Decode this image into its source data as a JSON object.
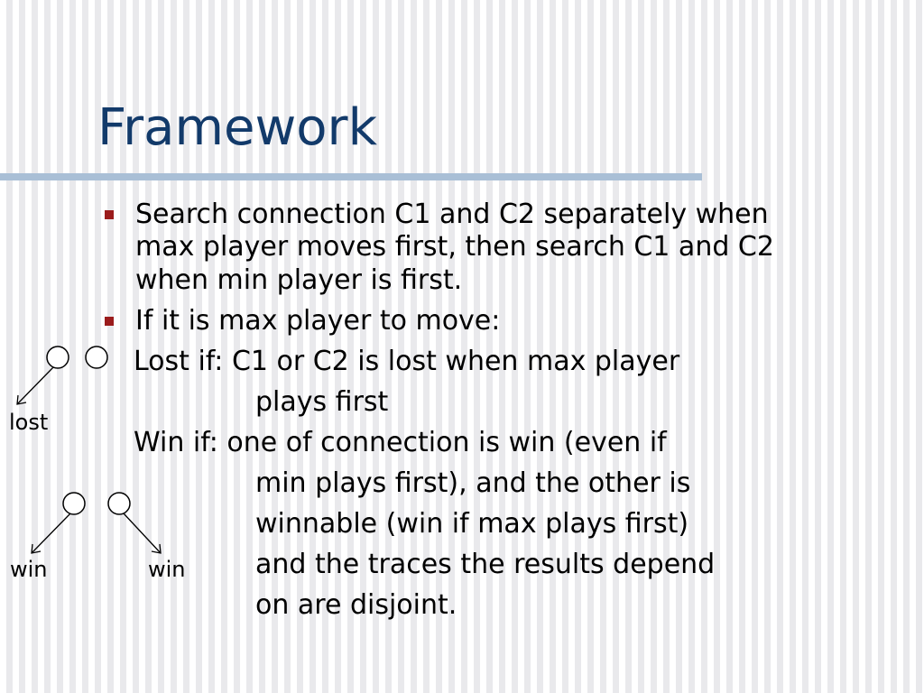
{
  "slide": {
    "title": "Framework",
    "bullets": [
      {
        "lines": [
          "Search connection C1 and C2 separately when",
          "max player moves first, then search C1 and C2",
          "when min player is first."
        ]
      },
      {
        "lines": [
          "If it is max player to move:"
        ]
      }
    ],
    "conditions": {
      "lost_lines": [
        "Lost if: C1 or C2 is lost when max player",
        "plays first"
      ],
      "win_lines": [
        "Win if: one of connection is win (even if",
        "min plays first), and the other is",
        "winnable (win if max plays first)",
        "and the traces the results depend",
        "on are disjoint."
      ]
    },
    "diagram": {
      "label_lost": "lost",
      "label_win_left": "win",
      "label_win_right": "win"
    },
    "colors": {
      "title": "#123a6a",
      "rule": "#a9bfd6",
      "bullet": "#9b1c1c"
    }
  }
}
